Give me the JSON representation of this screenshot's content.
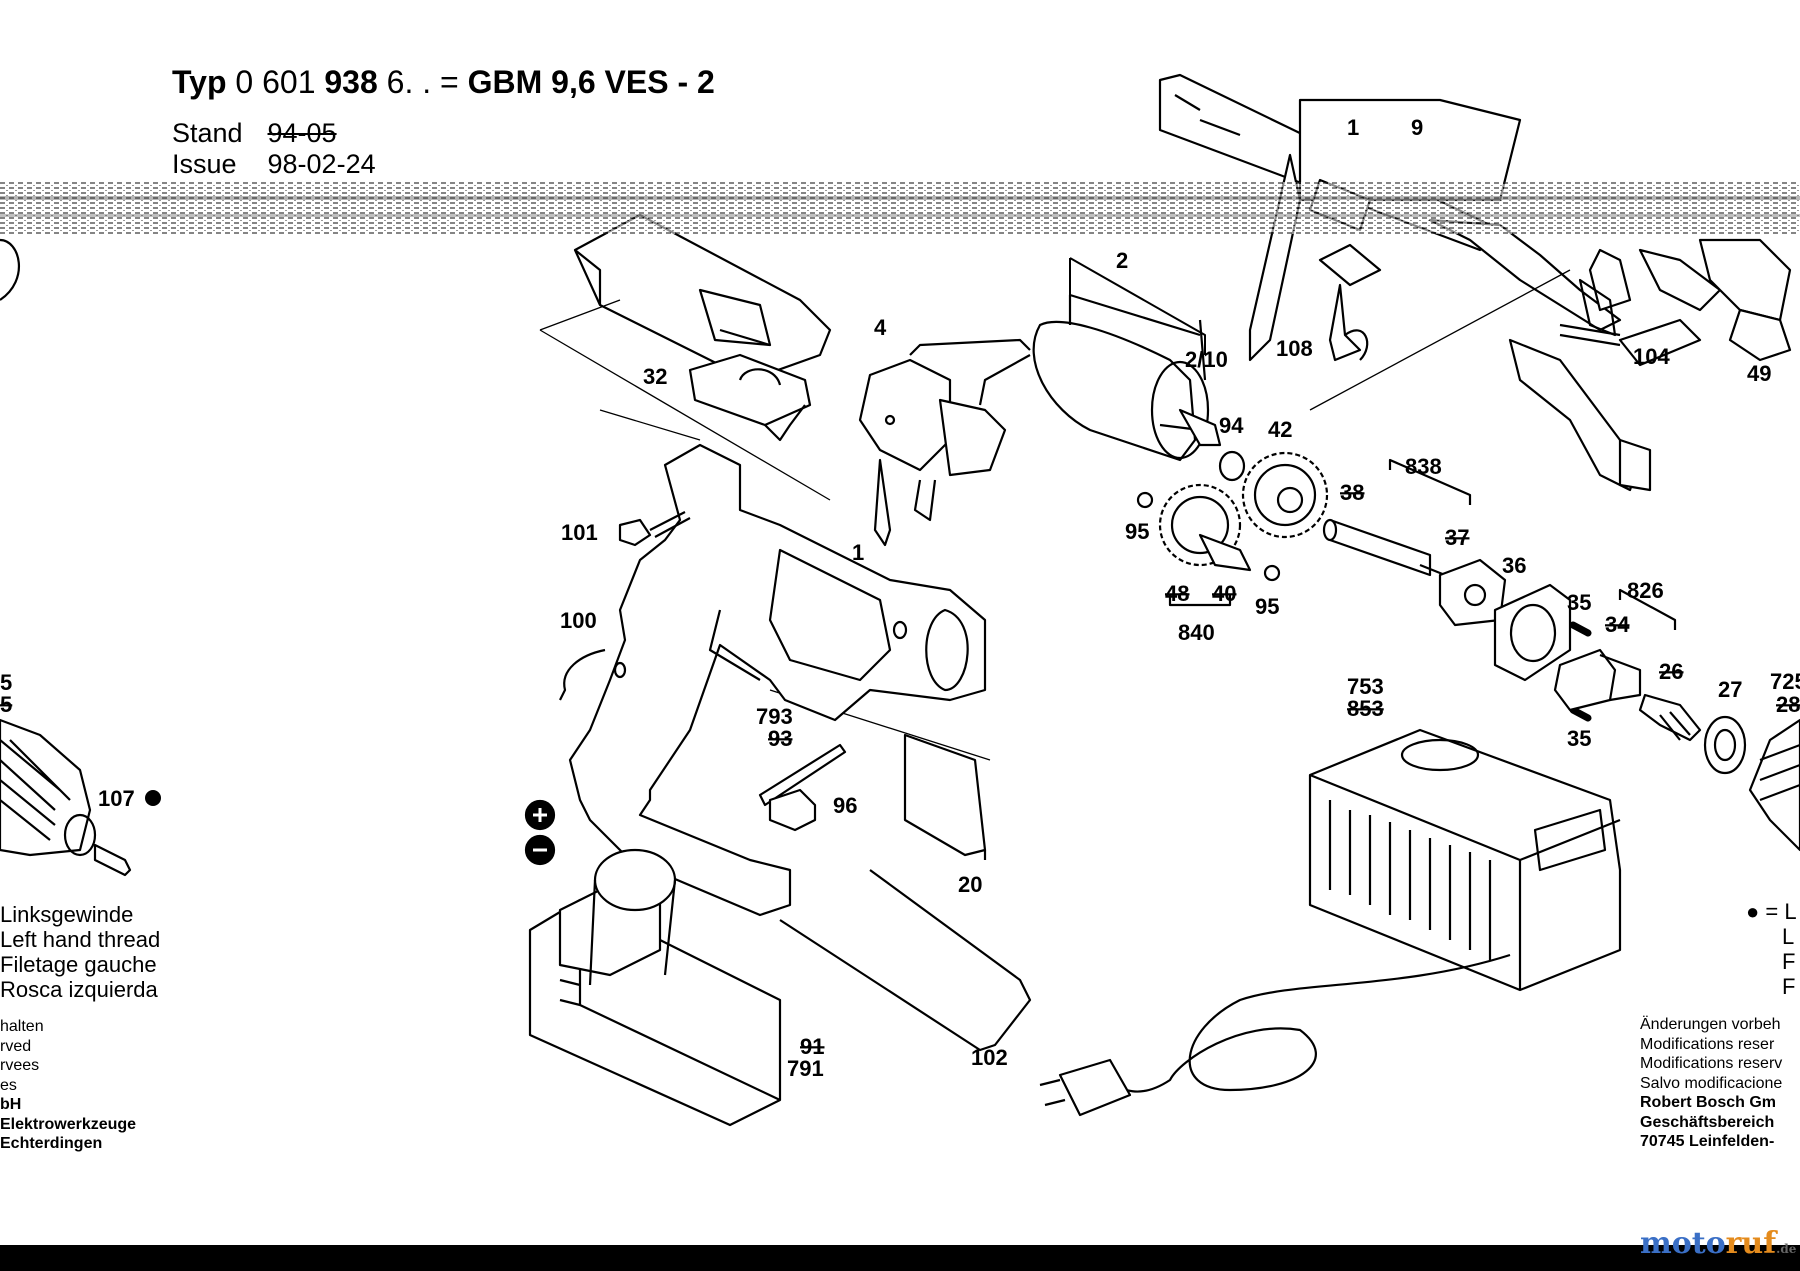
{
  "header": {
    "typ_label": "Typ",
    "typ_number_a": "0 601",
    "typ_number_b": "938",
    "typ_number_c": "6. .",
    "typ_eq": "=",
    "model": "GBM 9,6 VES - 2",
    "stand_label": "Stand",
    "stand_value": "94-05",
    "issue_label": "Issue",
    "issue_value": "98-02-24"
  },
  "part_labels": {
    "p1_top": "1",
    "p9": "9",
    "p2": "2",
    "p2_10": "2/10",
    "p4": "4",
    "p32": "32",
    "p108": "108",
    "p104": "104",
    "p49": "49",
    "p94": "94",
    "p42": "42",
    "p838": "838",
    "p38": "38",
    "p37": "37",
    "p95_a": "95",
    "p95_b": "95",
    "p48": "48",
    "p40": "40",
    "p840": "840",
    "p36": "36",
    "p35_a": "35",
    "p35_b": "35",
    "p826": "826",
    "p34": "34",
    "p26": "26",
    "p27": "27",
    "p725": "725",
    "p28": "28",
    "p101": "101",
    "p1_body": "1",
    "p100": "100",
    "p793": "793",
    "p93": "93",
    "p96": "96",
    "p20": "20",
    "p753": "753",
    "p853": "853",
    "p107": "107",
    "p102": "102",
    "p91": "91",
    "p791": "791",
    "p5": "5",
    "p5x": "5"
  },
  "legend_left": [
    "Linksgewinde",
    "Left hand thread",
    "Filetage gauche",
    "Rosca izquierda"
  ],
  "note_left": [
    "halten",
    "rved",
    "rvees",
    "es",
    "bH",
    "Elektrowerkzeuge",
    "Echterdingen"
  ],
  "note_right": [
    "Änderungen vorbeh",
    "Modifications reser",
    "Modifications reserv",
    "Salvo modificacione",
    "Robert Bosch Gm",
    "Geschäftsbereich",
    "70745 Leinfelden-"
  ],
  "legend_right": [
    "● = L",
    "L",
    "F",
    "F"
  ],
  "watermark": {
    "a": "moto",
    "b": "ruf",
    "c": ".de"
  }
}
